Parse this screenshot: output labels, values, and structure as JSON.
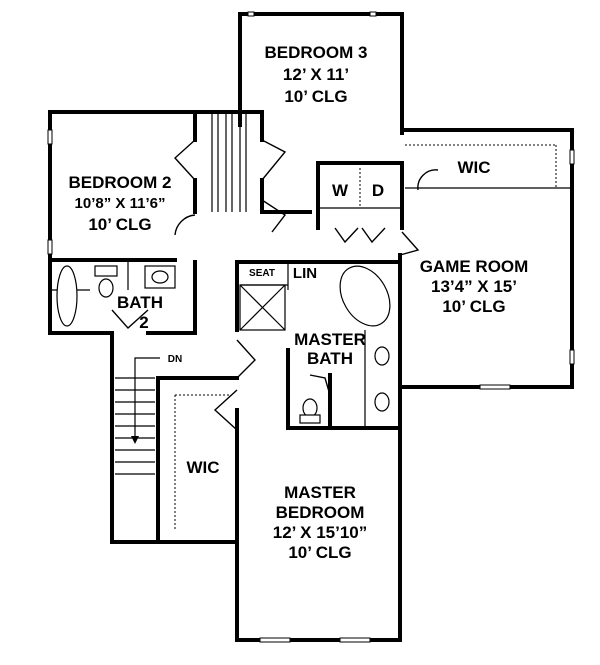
{
  "rooms": {
    "bedroom3": {
      "name": "BEDROOM 3",
      "size": "12’ X 11’",
      "ceiling": "10’ CLG"
    },
    "bedroom2": {
      "name": "BEDROOM 2",
      "size": "10’8” X 11’6”",
      "ceiling": "10’ CLG"
    },
    "game_room": {
      "name": "GAME ROOM",
      "size": "13’4” X 15’",
      "ceiling": "10’ CLG"
    },
    "master_bedroom": {
      "name_line1": "MASTER",
      "name_line2": "BEDROOM",
      "size": "12’ X 15’10”",
      "ceiling": "10’ CLG"
    },
    "master_bath": {
      "line1": "MASTER",
      "line2": "BATH"
    },
    "bath2": {
      "line1": "BATH",
      "line2": "2"
    },
    "wic_game": "WIC",
    "wic_master": "WIC"
  },
  "labels": {
    "washer": "W",
    "dryer": "D",
    "linen": "LIN",
    "seat": "SEAT",
    "stairs_down": "DN"
  }
}
